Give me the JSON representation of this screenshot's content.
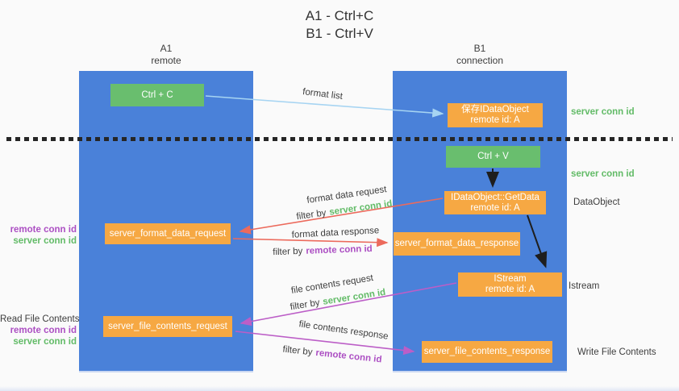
{
  "title": {
    "line1": "A1 - Ctrl+C",
    "line2": "B1 - Ctrl+V"
  },
  "lifelines": {
    "a1": {
      "name": "A1",
      "role": "remote"
    },
    "b1": {
      "name": "B1",
      "role": "connection"
    }
  },
  "boxes": {
    "ctrl_c": "Ctrl + C",
    "ctrl_v": "Ctrl + V",
    "save_idataobject": {
      "line1": "保存IDataObject",
      "line2": "remote id: A"
    },
    "getdata": {
      "line1": "IDataObject::GetData",
      "line2": "remote id: A"
    },
    "server_format_data_request": "server_format_data_request",
    "server_format_data_response": "server_format_data_response",
    "istream": {
      "line1": "IStream",
      "line2": "remote id: A"
    },
    "server_file_contents_request": "server_file_contents_request",
    "server_file_contents_response": "server_file_contents_response"
  },
  "arrow_labels": {
    "format_list": "format list",
    "format_data_request": "format data request",
    "format_data_response": "format data response",
    "file_contents_request": "file contents request",
    "file_contents_response": "file contents response",
    "filter_by": "filter by",
    "server_conn_id": "server conn id",
    "remote_conn_id": "remote conn id"
  },
  "side_labels": {
    "right": {
      "server_conn_id_top": "server conn id",
      "server_conn_id_mid": "server conn id",
      "dataobject": "DataObject",
      "istream": "Istream",
      "write_file_contents": "Write File Contents"
    },
    "left": {
      "remote_conn_id_1": "remote conn id",
      "server_conn_id_1": "server conn id",
      "read_file_contents": "Read File Contents",
      "remote_conn_id_2": "remote conn id",
      "server_conn_id_2": "server conn id"
    }
  },
  "colors": {
    "lifeline_blue": "#4a81d9",
    "box_green": "#69be6e",
    "box_orange": "#f6a843",
    "arrow_light_blue": "#a6d4f2",
    "arrow_red": "#ec6a5c",
    "arrow_purple": "#bc5ec7",
    "arrow_black": "#1e1e1e",
    "text_green": "#62bb67",
    "text_purple": "#ac4fc3",
    "text_dark": "#3d3d3d"
  }
}
